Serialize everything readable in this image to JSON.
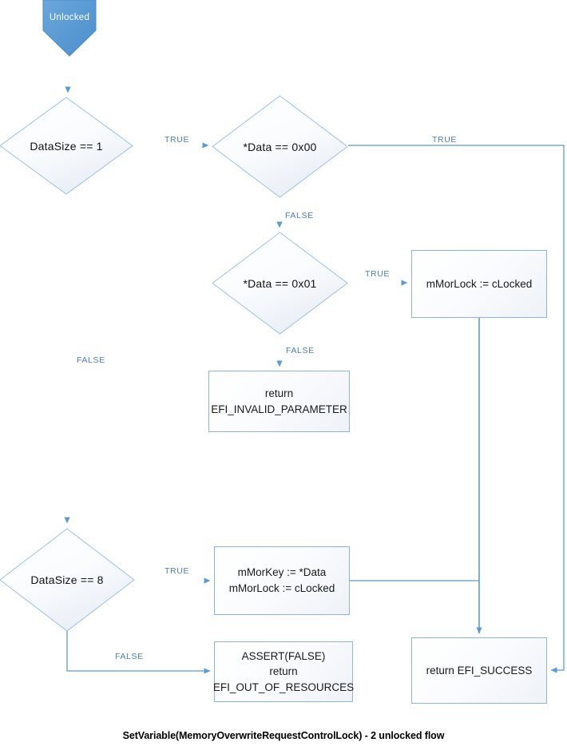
{
  "diagram": {
    "caption": "SetVariable(MemoryOverwriteRequestControlLock) - 2 unlocked flow",
    "colors": {
      "start_fill": "#5b9bd5",
      "node_border": "#8eb4d8",
      "connector": "#5b9bd5",
      "edge_label": "#4a7ebb",
      "node_text": "#111111",
      "background": "#ffffff"
    },
    "start": {
      "label": "Unlocked",
      "shape": "pentagon-down"
    },
    "decisions": [
      {
        "id": "datasize-1",
        "label": "DataSize == 1"
      },
      {
        "id": "data-0x00",
        "label": "*Data == 0x00"
      },
      {
        "id": "data-0x01",
        "label": "*Data == 0x01"
      },
      {
        "id": "datasize-8",
        "label": "DataSize == 8"
      }
    ],
    "processes": [
      {
        "id": "mmorlock-clocked",
        "label": "mMorLock := cLocked"
      },
      {
        "id": "return-invalid-parameter",
        "label": "return\nEFI_INVALID_PARAMETER"
      },
      {
        "id": "mmorkey-assign",
        "label": "mMorKey := *Data\nmMorLock := cLocked"
      },
      {
        "id": "assert-false",
        "label": "ASSERT(FALSE)\nreturn\nEFI_OUT_OF_RESOURCES"
      },
      {
        "id": "return-success",
        "label": "return EFI_SUCCESS"
      }
    ],
    "edge_labels": {
      "datasize1_true": "TRUE",
      "datasize1_false": "FALSE",
      "data0x00_true": "TRUE",
      "data0x00_false": "FALSE",
      "data0x01_true": "TRUE",
      "data0x01_false": "FALSE",
      "datasize8_true": "TRUE",
      "datasize8_false": "FALSE"
    }
  }
}
